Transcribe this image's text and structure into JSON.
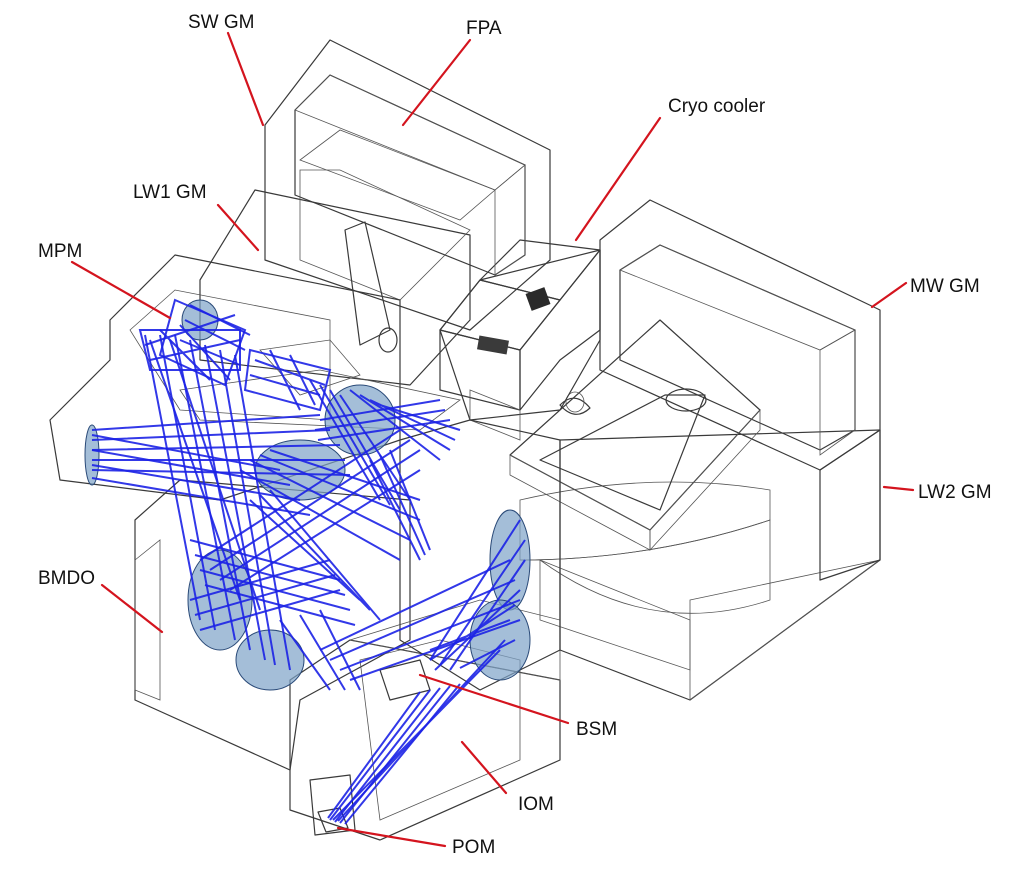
{
  "labels": {
    "sw_gm": "SW GM",
    "fpa": "FPA",
    "cryo_cooler": "Cryo cooler",
    "lw1_gm": "LW1 GM",
    "mpm": "MPM",
    "mw_gm": "MW GM",
    "lw2_gm": "LW2 GM",
    "bmdo": "BMDO",
    "bsm": "BSM",
    "iom": "IOM",
    "pom": "POM"
  },
  "colors": {
    "leader": "#d4141e",
    "ray_trace": "#1c22e6",
    "fpa_green": "#3f8f36",
    "sw_gm_green": "#b9dcae",
    "lw1_gm_lightgreen": "#c8f0b0",
    "mw_yellow": "#f4ec2a",
    "lw2_red": "#e02a2a",
    "housing_gray": "#c9c9d2",
    "iom_olive": "#cfd0b4",
    "orange_optics": "#f5a23a"
  }
}
